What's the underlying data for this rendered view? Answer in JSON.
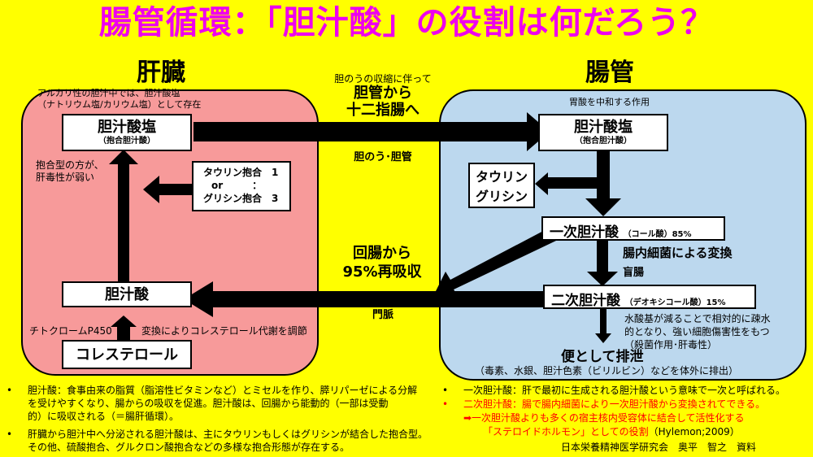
{
  "title": "腸管循環：「胆汁酸」の役割は何だろう？",
  "liver": {
    "heading": "肝臓",
    "note_top": "アルカリ性の胆汁中では、胆汁酸塩\n（ナトリウム塩/カリウム塩）として存在",
    "salt_box": {
      "main": "胆汁酸塩",
      "sub": "（抱合胆汁酸）"
    },
    "conj_note": "抱合型の方が、\n肝毒性が弱い",
    "conj_box": {
      "line1": "タウリン抱合　1",
      "line2": "or　　　：",
      "line3": "グリシン抱合　3"
    },
    "bile_acid_box": "胆汁酸",
    "enzyme_note": "チトクロームP450",
    "conversion_note": "変換によりコレステロール代謝を調節",
    "cholesterol_box": "コレステロール"
  },
  "middle": {
    "gallbladder_note": "胆のうの収縮に伴って",
    "to_duodenum": "胆管から\n十二指腸へ",
    "route": "胆のう･胆管",
    "reabsorb": "回腸から\n95%再吸収",
    "portal": "門脈"
  },
  "gut": {
    "heading": "腸管",
    "note_top": "胃酸を中和する作用",
    "salt_box": {
      "main": "胆汁酸塩",
      "sub": "（抱合胆汁酸）"
    },
    "taurine_box": "タウリン\nグリシン",
    "primary": {
      "main": "一次胆汁酸",
      "sub": "（コール酸）85%"
    },
    "bacteria": "腸内細菌による変換",
    "cecum": "盲腸",
    "secondary": {
      "main": "二次胆汁酸",
      "sub": "（デオキシコール酸）15%"
    },
    "hydroxyl_note": "水酸基が減ることで相対的に疎水\n的となり、強い細胞傷害性をもつ\n（殺菌作用･肝毒性）",
    "excretion": "便として排泄",
    "excretion_note": "（毒素、水銀、胆汁色素（ビリルビン）などを体外に排出）"
  },
  "bottom_left": [
    {
      "bullet": "•",
      "text": "胆汁酸：食事由来の脂質（脂溶性ビタミンなど）とミセルを作り、膵リパーゼによる分解\nを受けやすくなり、腸からの吸収を促進。胆汁酸は、回腸から能動的（一部は受動\n的）に吸収される（＝腸肝循環）。"
    },
    {
      "bullet": "•",
      "text": "肝臓から胆汁中へ分泌される胆汁酸は、主にタウリンもしくはグリシンが結合した抱合型。\nその他、硫酸抱合、グルクロン酸抱合などの多様な抱合形態が存在する。"
    }
  ],
  "bottom_right": {
    "item1": {
      "bullet": "•",
      "text": "一次胆汁酸：肝で最初に生成される胆汁酸という意味で一次と呼ばれる。"
    },
    "item2": {
      "bullet": "•",
      "text": "二次胆汁酸：腸で腸内細菌により一次胆汁酸から変換されてできる。"
    },
    "red_arrow_line": "➡一次胆汁酸よりも多くの宿主核内受容体に結合して活性化する",
    "red_quote": "「ステロイドホルモン」としての役割",
    "citation": "（Hylemon;2009）",
    "credit": "日本栄養精神医学研究会　奥平　智之　資料"
  },
  "colors": {
    "background": "#ffff00",
    "title": "#ee00ee",
    "liver": "#f79a9a",
    "gut": "#bcd8ee",
    "red_text": "#ff0000"
  }
}
